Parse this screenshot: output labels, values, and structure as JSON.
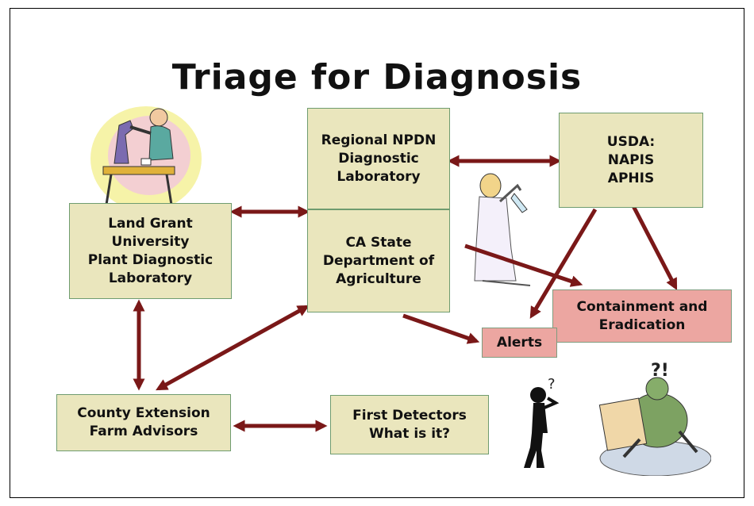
{
  "title": "Triage for Diagnosis",
  "nodes": {
    "regional_lab": "Regional NPDN\nDiagnostic\nLaboratory",
    "usda": "USDA:\nNAPIS\nAPHIS",
    "land_grant": "Land Grant\nUniversity\nPlant Diagnostic\nLaboratory",
    "ca_state": "CA State\nDepartment of\nAgriculture",
    "containment": "Containment and\nEradication",
    "alerts": "Alerts",
    "county": "County Extension\nFarm Advisors",
    "first_detectors": "First Detectors\nWhat is it?"
  },
  "colors": {
    "box_fill": "#eae6bd",
    "alert_fill": "#eca6a1",
    "arrow": "#7a1818"
  },
  "icons": {
    "scientist": "scientist-at-microscope-icon",
    "lab_worker": "lab-worker-with-flask-icon",
    "thinker": "confused-person-icon",
    "bug": "bug-with-map-icon"
  }
}
